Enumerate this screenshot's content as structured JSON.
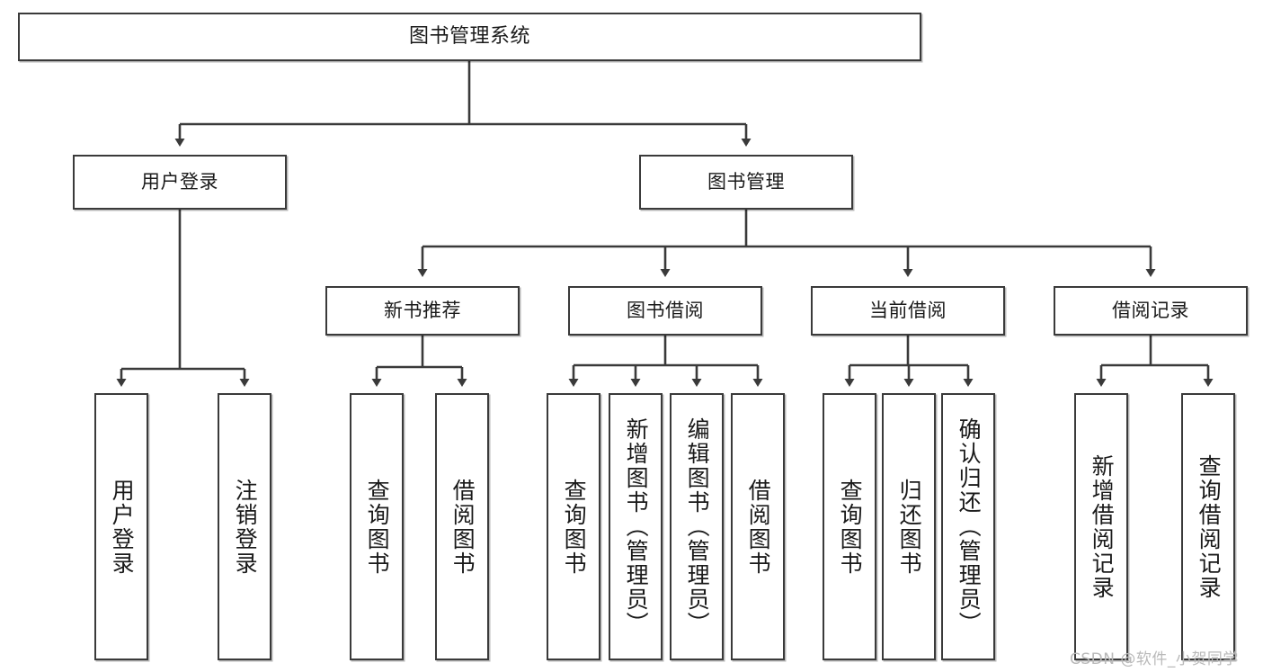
{
  "diagram": {
    "title": "图书管理系统",
    "type": "hierarchy-tree",
    "root": {
      "id": "root",
      "label": "图书管理系统"
    },
    "level2": [
      {
        "id": "user-login",
        "label": "用户登录"
      },
      {
        "id": "book-manage",
        "label": "图书管理"
      }
    ],
    "level3": [
      {
        "id": "new-book-rec",
        "label": "新书推荐"
      },
      {
        "id": "book-borrow",
        "label": "图书借阅"
      },
      {
        "id": "current-borrow",
        "label": "当前借阅"
      },
      {
        "id": "borrow-record",
        "label": "借阅记录"
      }
    ],
    "leaves": {
      "user_login": [
        {
          "id": "leaf-user-login",
          "label": "用户登录"
        },
        {
          "id": "leaf-logout",
          "label": "注销登录"
        }
      ],
      "new_book_rec": [
        {
          "id": "leaf-query-book-1",
          "label": "查询图书"
        },
        {
          "id": "leaf-borrow-book-1",
          "label": "借阅图书"
        }
      ],
      "book_borrow": [
        {
          "id": "leaf-query-book-2",
          "label": "查询图书"
        },
        {
          "id": "leaf-add-book",
          "label": "新增图书（管理员）"
        },
        {
          "id": "leaf-edit-book",
          "label": "编辑图书（管理员）"
        },
        {
          "id": "leaf-borrow-book-2",
          "label": "借阅图书"
        }
      ],
      "current_borrow": [
        {
          "id": "leaf-query-book-3",
          "label": "查询图书"
        },
        {
          "id": "leaf-return-book",
          "label": "归还图书"
        },
        {
          "id": "leaf-confirm-return",
          "label": "确认归还（管理员）"
        }
      ],
      "borrow_record": [
        {
          "id": "leaf-add-record",
          "label": "新增借阅记录"
        },
        {
          "id": "leaf-query-record",
          "label": "查询借阅记录"
        }
      ]
    }
  },
  "watermark": {
    "text": "CSDN @软件_小贺同学"
  },
  "colors": {
    "box_border": "#3a3a3a",
    "box_fill": "#ffffff",
    "line": "#3a3a3a",
    "text": "#1a1a1a",
    "watermark": "#b9b9b9",
    "background": "#ffffff"
  }
}
